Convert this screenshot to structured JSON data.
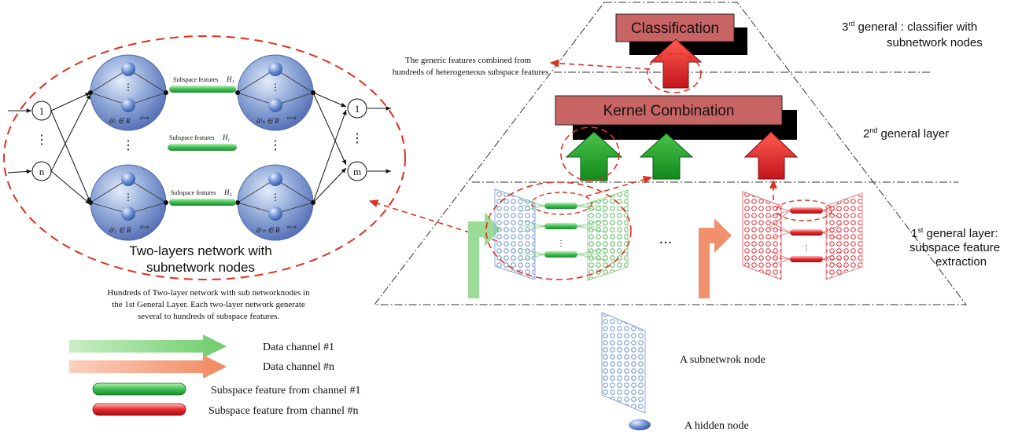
{
  "network": {
    "input_labels": [
      "1",
      "n"
    ],
    "output_labels": [
      "1",
      "m"
    ],
    "subspace_top": "Subspace features",
    "subspace_top_sym": "H",
    "subspace_top_sub": "1",
    "subspace_mid": "Subspace features",
    "subspace_mid_sym": "H",
    "subspace_mid_sub": "i",
    "subspace_bot": "Subspace features",
    "subspace_bot_sym": "H",
    "subspace_bot_sub": "L",
    "formula_tl": "â¹ᵢ ∈ R",
    "formula_tl_sup": "d×m",
    "formula_tr": "â¹ₕ ∈ R",
    "formula_tr_sup": "m×d",
    "formula_bl": "âᴸᵢ ∈ R",
    "formula_bl_sup": "d×m",
    "formula_br": "âᴸₕ ∈ R",
    "formula_br_sup": "m×d",
    "caption_line1": "Two-layers network with",
    "caption_line2": "subnetwork nodes"
  },
  "description": {
    "line1": "Hundreds of Two-layer network with sub networknodes in",
    "line2": "the 1st General Layer. Each two-layer network generate",
    "line3": "several to hundreds of subspace features."
  },
  "legend": {
    "channel1": "Data channel  #1",
    "channeln": "Data channel  #n",
    "sub1": "Subspace feature from channel #1",
    "subn": "Subspace feature from channel  #n",
    "subnet_node": "A subnetwrok node",
    "hidden_node": "A hidden node"
  },
  "pyramid": {
    "generic_line1": "The generic features combined from",
    "generic_line2": "hundreds of heterogeneous subspace features",
    "classification": "Classification",
    "kernel": "Kernel Combination",
    "ellipsis": "...",
    "layer3_num": "3",
    "layer3_sup": "rd",
    "layer3_line1": " general : classifier with",
    "layer3_line2": "subnetwork nodes",
    "layer2_num": "2",
    "layer2_sup": "nd",
    "layer2_line1": " general layer",
    "layer1_num": "1",
    "layer1_sup": "st",
    "layer1_line1": " general layer:",
    "layer1_line2": "subspace feature",
    "layer1_line3": "extraction"
  },
  "colors": {
    "green": "#3cb44a",
    "green_light": "#8fd68a",
    "red": "#e8262a",
    "salmon": "#f08a6a",
    "box": "#c86464",
    "blue_node": "#5a83c9",
    "dashed": "#e03020"
  }
}
